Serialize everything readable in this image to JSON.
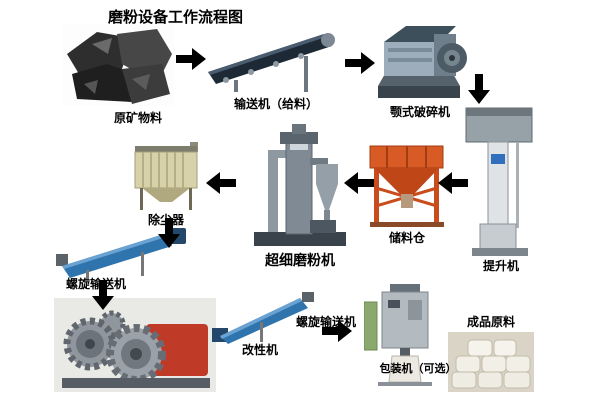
{
  "title": "磨粉设备工作流程图",
  "nodes": {
    "raw_material": {
      "label": "原矿物料"
    },
    "conveyor": {
      "label": "输送机（给料）"
    },
    "jaw_crusher": {
      "label": "颚式破碎机"
    },
    "elevator": {
      "label": "提升机"
    },
    "silo": {
      "label": "储料仓"
    },
    "mill": {
      "label": "超细磨粉机"
    },
    "dust_collector": {
      "label": "除尘器"
    },
    "screw_conveyor_left": {
      "label": "螺旋输送机"
    },
    "screw_conveyor_bottom": {
      "label": "螺旋输送机"
    },
    "modifier": {
      "label": "改性机"
    },
    "packing": {
      "label": "包装机（可选）"
    },
    "product": {
      "label": "成品原料"
    }
  },
  "flow": [
    {
      "from": "原矿物料",
      "to": "输送机（给料）"
    },
    {
      "from": "输送机（给料）",
      "to": "颚式破碎机"
    },
    {
      "from": "颚式破碎机",
      "to": "提升机"
    },
    {
      "from": "提升机",
      "to": "储料仓"
    },
    {
      "from": "储料仓",
      "to": "超细磨粉机"
    },
    {
      "from": "超细磨粉机",
      "to": "除尘器"
    },
    {
      "from": "除尘器",
      "to": "螺旋输送机"
    },
    {
      "from": "螺旋输送机",
      "to": "改性机"
    },
    {
      "from": "改性机",
      "to": "螺旋输送机"
    },
    {
      "from": "螺旋输送机",
      "to": "包装机（可选）"
    },
    {
      "from": "包装机（可选）",
      "to": "成品原料"
    }
  ],
  "colors": {
    "arrow": "#000000",
    "label_text": "#000000",
    "silo_orange": "#d85a24",
    "screw_blue": "#2f74ad",
    "machine_red": "#c03a28",
    "steel_gray": "#9dadbb",
    "dust_tan": "#d8d2ab"
  }
}
